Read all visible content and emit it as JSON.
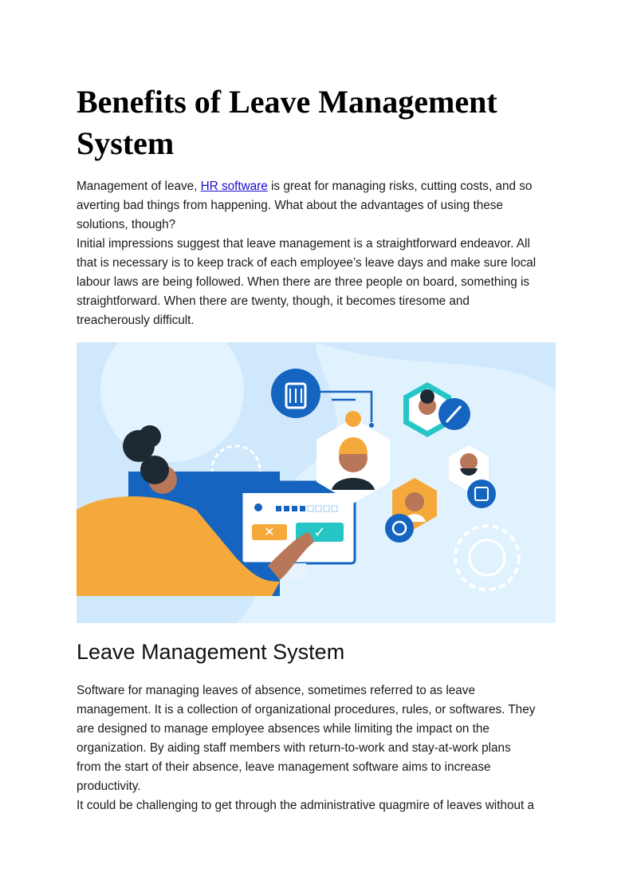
{
  "title_lines": [
    "Benefits of Leave Management",
    "System"
  ],
  "intro": {
    "line1_before": "Management of leave, ",
    "line1_link": "HR software",
    "line1_after": " is great for managing risks, cutting costs, and so",
    "lines": [
      "averting bad things from happening. What about the advantages of using these",
      "solutions, though?",
      "Initial impressions suggest that leave management is a straightforward endeavor. All",
      "that is necessary is to keep track of each employee’s leave days and make sure local",
      "labour laws are being followed. When there are three people on board, something is",
      "straightforward. When there are twenty, though, it becomes tiresome and",
      "treacherously difficult."
    ]
  },
  "section": {
    "heading": "Leave Management System",
    "lines": [
      "Software for managing leaves of absence, sometimes referred to as leave",
      "management. It is a collection of organizational procedures, rules, or softwares. They",
      "are designed to manage employee absences while limiting the impact on the",
      "organization. By aiding staff members with return-to-work and stay-at-work plans",
      "from the start of their absence, leave management software aims to increase",
      "productivity.",
      "It could be challenging to get through the administrative quagmire of leaves without a"
    ]
  },
  "colors": {
    "accent_blue": "#1565c0",
    "bg_light": "#dcefff",
    "orange": "#f6a93b",
    "teal": "#26c6c6",
    "link": "#1a0dcc"
  }
}
